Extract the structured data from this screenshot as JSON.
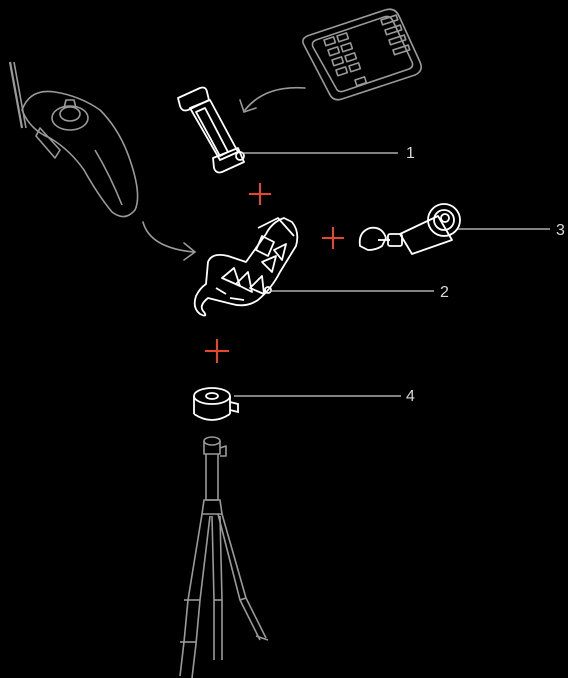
{
  "callouts": [
    {
      "id": "1",
      "label": "1"
    },
    {
      "id": "2",
      "label": "2"
    },
    {
      "id": "3",
      "label": "3"
    },
    {
      "id": "4",
      "label": "4"
    }
  ],
  "colors": {
    "background": "#000000",
    "line": "#ffffff",
    "muted_line": "#9a9a9a",
    "plus": "#e8452c",
    "callout_text": "#d8d8d8"
  },
  "icons": {
    "phone": "phone-icon",
    "phone_holder": "phone-holder-icon",
    "controller": "motion-controller-icon",
    "mount": "gimbal-mount-icon",
    "lanyard": "lanyard-icon",
    "adapter": "tripod-adapter-icon",
    "tripod": "mini-tripod-icon"
  }
}
